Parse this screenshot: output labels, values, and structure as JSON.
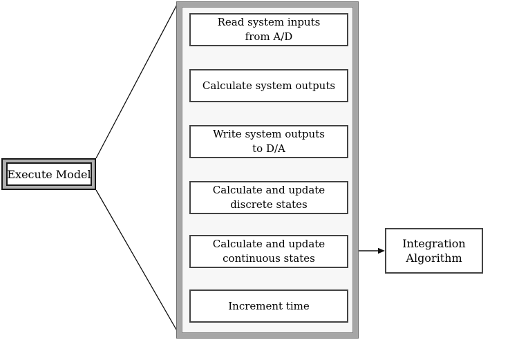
{
  "diagram": {
    "execute_box": {
      "label": "Execute Model"
    },
    "steps": [
      {
        "lines": [
          "Read system inputs",
          "from A/D"
        ]
      },
      {
        "lines": [
          "Calculate system outputs"
        ]
      },
      {
        "lines": [
          "Write system outputs",
          "to D/A"
        ]
      },
      {
        "lines": [
          "Calculate and update",
          "discrete states"
        ]
      },
      {
        "lines": [
          "Calculate and update",
          "continuous states"
        ]
      },
      {
        "lines": [
          "Increment time"
        ]
      }
    ],
    "integration_box": {
      "lines": [
        "Integration",
        "Algorithm"
      ]
    },
    "colors": {
      "container_band": "#a6a6a6",
      "container_edge": "#6e6e6e",
      "container_fill": "#f7f7f7",
      "execute_fill": "#b0b0b0",
      "box_border": "#424242",
      "box_fill": "#ffffff",
      "connector": "#111111",
      "text": "#000000",
      "background": "#ffffff"
    }
  }
}
